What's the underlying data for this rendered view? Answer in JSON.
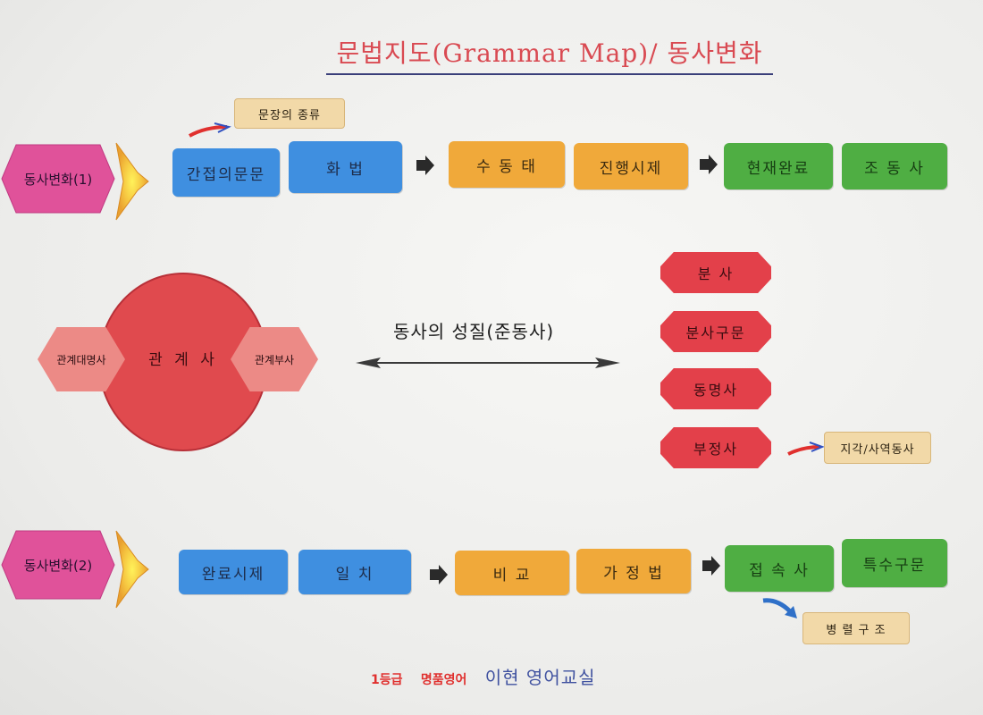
{
  "title": "문법지도(Grammar Map)/ 동사변화",
  "row1": {
    "start_label": "동사변화(1)",
    "note": "문장의 종류",
    "boxes": [
      "간접의문문",
      "화 법",
      "수 동 태",
      "진행시제",
      "현재완료",
      "조 동 사"
    ]
  },
  "middle": {
    "circle_label": "관 계 사",
    "left_hex": "관계대명사",
    "right_hex": "관계부사",
    "center_text": "동사의 성질(준동사)",
    "octagons": [
      "분 사",
      "분사구문",
      "동명사",
      "부정사"
    ],
    "note": "지각/사역동사"
  },
  "row2": {
    "start_label": "동사변화(2)",
    "boxes": [
      "완료시제",
      "일 치",
      "비 교",
      "가 정 법",
      "접 속 사",
      "특수구문"
    ],
    "note": "병 렬 구 조"
  },
  "footer": {
    "part1": "1등급",
    "part2": "명품영어",
    "part3": "이현 영어교실"
  },
  "colors": {
    "blue": "#3f8fe0",
    "orange": "#f0a93a",
    "green": "#4fae43",
    "magenta": "#e0529a",
    "red": "#e04a4e",
    "title_red": "#d94a52"
  }
}
